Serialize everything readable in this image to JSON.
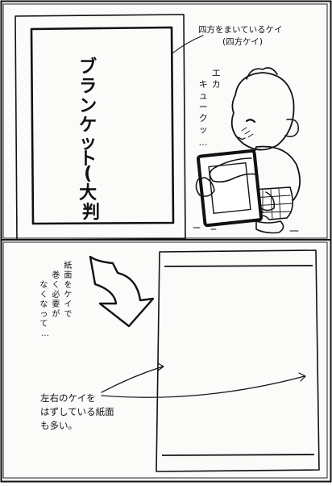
{
  "blanket": {
    "title_chars": [
      "ブ",
      "ラ",
      "ン",
      "ケ",
      "ッ",
      "ト",
      "(",
      "大",
      "判",
      ")"
    ]
  },
  "label_border": {
    "line1": "四方をまいているケイ",
    "line2": "(四方ケイ)"
  },
  "baby_sound": {
    "col1": [
      "キ",
      "ュ",
      "ー",
      "ク",
      "ッ"
    ],
    "col2": [
      "エ",
      "カ"
    ],
    "tail": "…"
  },
  "arrow_note": {
    "col1": [
      "紙",
      "面",
      "を",
      "ケ",
      "イ",
      "で"
    ],
    "col2": [
      "巻",
      "く",
      "必",
      "要",
      "が"
    ],
    "col3": [
      "な",
      "く",
      "な",
      "っ",
      "て",
      "…"
    ]
  },
  "paper_note": {
    "line1": "左右のケイを",
    "line2": "はずしている紙面",
    "line3": "も多い。"
  }
}
